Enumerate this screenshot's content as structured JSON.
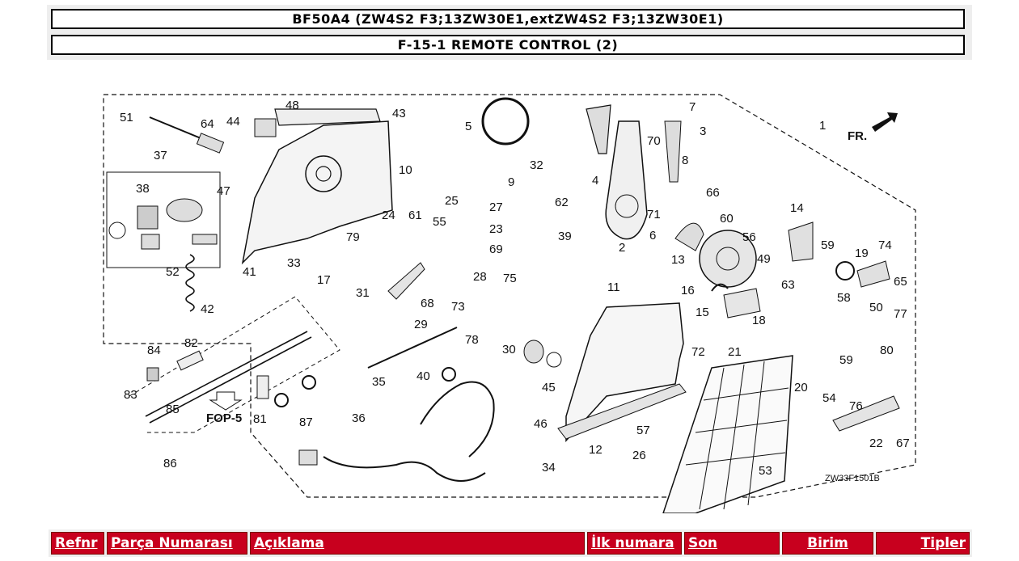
{
  "header": {
    "model_title": "BF50A4 (ZW4S2 F3;13ZW30E1,extZW4S2 F3;13ZW30E1)",
    "section_title": "F-15-1 REMOTE CONTROL (2)"
  },
  "diagram": {
    "code": "ZW33F1501B",
    "direction_label": "FR.",
    "reference_label": "FOP-5",
    "part_labels": [
      "51",
      "64",
      "44",
      "48",
      "43",
      "5",
      "7",
      "3",
      "1",
      "70",
      "8",
      "66",
      "37",
      "47",
      "10",
      "32",
      "9",
      "62",
      "4",
      "38",
      "79",
      "24",
      "61",
      "25",
      "27",
      "55",
      "23",
      "69",
      "39",
      "2",
      "71",
      "60",
      "6",
      "14",
      "59",
      "19",
      "74",
      "56",
      "49",
      "52",
      "41",
      "33",
      "31",
      "68",
      "28",
      "75",
      "13",
      "65",
      "17",
      "42",
      "73",
      "78",
      "29",
      "30",
      "11",
      "16",
      "63",
      "50",
      "58",
      "15",
      "18",
      "77",
      "80",
      "84",
      "82",
      "83",
      "72",
      "21",
      "40",
      "45",
      "46",
      "20",
      "59",
      "35",
      "36",
      "81",
      "87",
      "12",
      "57",
      "26",
      "54",
      "76",
      "85",
      "86",
      "22",
      "67",
      "34",
      "53"
    ]
  },
  "table": {
    "columns": [
      "Refnr",
      "Parça Numarası",
      "Açıklama",
      "İlk numara",
      "Son",
      "Birim",
      "Tipler"
    ]
  },
  "colors": {
    "header_red": "#c8001e",
    "panel_gray": "#eeeeee"
  }
}
